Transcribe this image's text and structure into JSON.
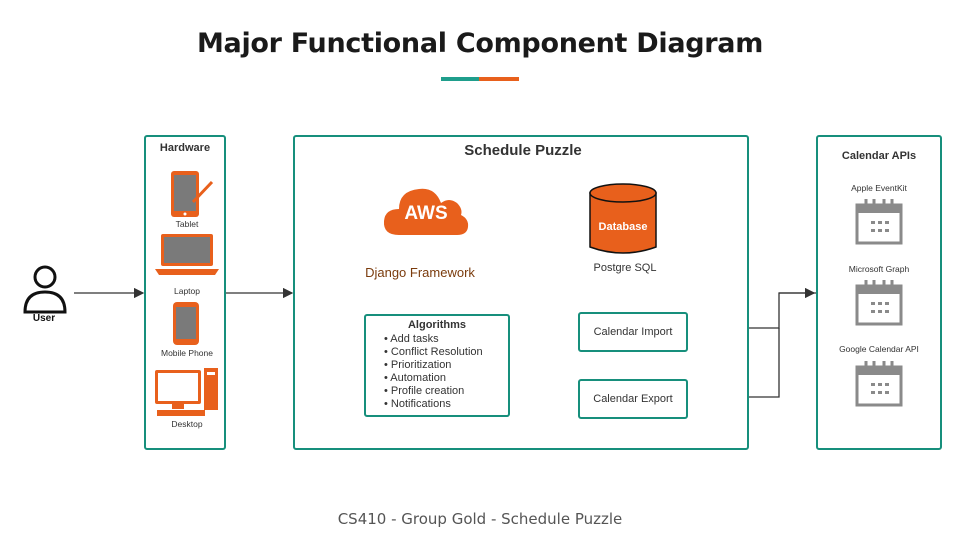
{
  "title": "Major Functional Component Diagram",
  "footer": "CS410 - Group Gold - Schedule Puzzle",
  "user": {
    "label": "User"
  },
  "hardware": {
    "title": "Hardware",
    "devices": [
      "Tablet",
      "Laptop",
      "Mobile Phone",
      "Desktop"
    ]
  },
  "main": {
    "title": "Schedule Puzzle",
    "aws_text": "AWS",
    "framework": "Django Framework",
    "database_text": "Database",
    "database_label": "Postgre SQL",
    "algorithms": {
      "title": "Algorithms",
      "items": [
        "• Add tasks",
        "• Conflict Resolution",
        "• Prioritization",
        "• Automation",
        "• Profile creation",
        "• Notifications"
      ]
    },
    "calendar_import": "Calendar Import",
    "calendar_export": "Calendar Export"
  },
  "calendar_apis": {
    "title": "Calendar APIs",
    "items": [
      "Apple EventKit",
      "Microsoft Graph",
      "Google Calendar API"
    ]
  },
  "colors": {
    "teal": "#178f7c",
    "orange": "#e8601c",
    "gray": "#8a8a8a"
  }
}
